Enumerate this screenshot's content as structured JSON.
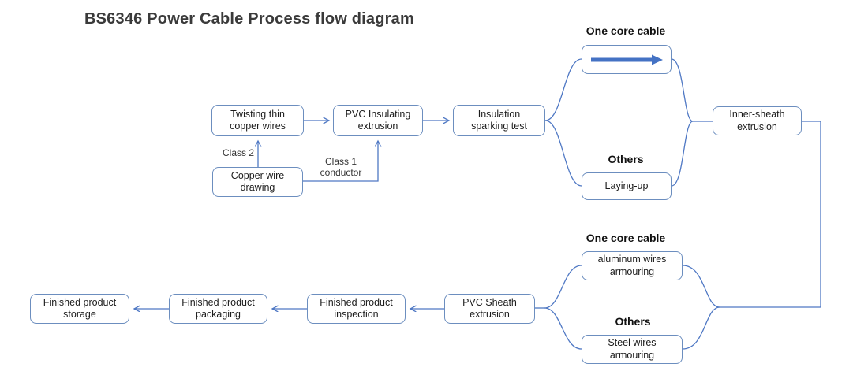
{
  "title": "BS6346 Power Cable Process flow diagram",
  "colors": {
    "node_border": "#6c8ebf",
    "edge": "#4f78c4",
    "thick_arrow": "#4472c4",
    "title_text": "#3a3a3a",
    "node_text": "#1c1c1c"
  },
  "nodes": {
    "twisting": "Twisting thin copper wires",
    "pvc_insulating": "PVC Insulating extrusion",
    "insulation_test": "Insulation sparking test",
    "copper_drawing": "Copper wire drawing",
    "laying_up": "Laying-up",
    "inner_sheath": "Inner-sheath extrusion",
    "aluminum_armouring": "aluminum wires armouring",
    "steel_armouring": "Steel wires armouring",
    "pvc_sheath": "PVC Sheath extrusion",
    "inspection": "Finished product inspection",
    "packaging": "Finished product packaging",
    "storage": "Finished product storage"
  },
  "labels": {
    "one_core_top": "One core cable",
    "others_top": "Others",
    "one_core_bottom": "One core cable",
    "others_bottom": "Others",
    "class2": "Class 2",
    "class1_conductor": "Class 1 conductor"
  },
  "icons": {
    "one_core_flow_arrow": "right-arrow"
  }
}
